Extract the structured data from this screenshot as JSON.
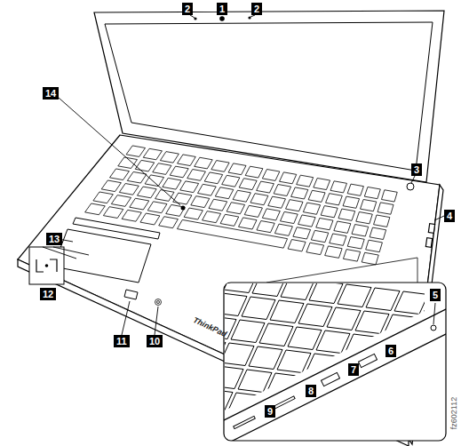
{
  "diagram": {
    "labels": [
      "2",
      "1",
      "2",
      "3",
      "4",
      "14",
      "13",
      "12",
      "11",
      "10",
      "ThinkPad",
      "5",
      "6",
      "7",
      "8",
      "9",
      "fz602112"
    ]
  }
}
